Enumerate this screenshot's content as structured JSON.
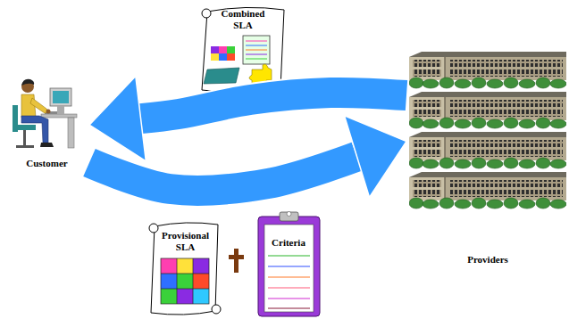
{
  "diagram": {
    "nodes": [
      {
        "text": [
          "Combined SLA"
        ]
      },
      {
        "text": [
          "Customer"
        ]
      },
      {
        "text": [
          "Providers"
        ]
      },
      {
        "text": [
          "Provisional SLA"
        ]
      },
      {
        "text": [
          "Criteria"
        ]
      }
    ],
    "edges": [
      {
        "from": 2,
        "to": 1,
        "arrow": "to"
      },
      {
        "from": 1,
        "to": 2,
        "arrow": "to"
      }
    ]
  }
}
